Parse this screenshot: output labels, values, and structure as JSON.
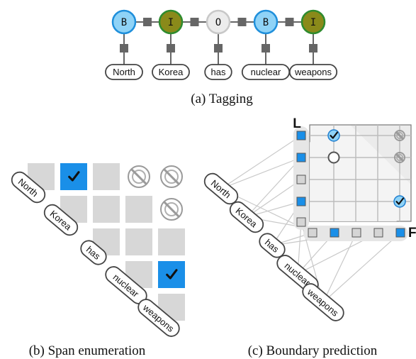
{
  "tokens": [
    "North",
    "Korea",
    "has",
    "nuclear",
    "weapons"
  ],
  "panel_a": {
    "tags": [
      "B",
      "I",
      "O",
      "B",
      "I"
    ],
    "caption": "(a) Tagging"
  },
  "panel_b": {
    "caption": "(b) Span enumeration",
    "spans": [
      {
        "start": 0,
        "end": 1,
        "state": "selected",
        "mark": "✓"
      },
      {
        "start": 3,
        "end": 4,
        "state": "selected",
        "mark": "✓"
      }
    ],
    "invalid_spans": [
      [
        0,
        3
      ],
      [
        0,
        4
      ],
      [
        1,
        4
      ]
    ]
  },
  "panel_c": {
    "caption": "(c) Boundary prediction",
    "left_label": "L",
    "right_label": "F",
    "left_selected": [
      true,
      true,
      false,
      true,
      false
    ],
    "right_selected": [
      false,
      true,
      false,
      false,
      true
    ]
  },
  "colors": {
    "b_tag": "#8fd3f7",
    "i_tag": "#8a8a1a",
    "o_tag": "#ececec",
    "selected": "#1a8fe8",
    "cell": "#d7d7d7",
    "connector": "#666666"
  }
}
